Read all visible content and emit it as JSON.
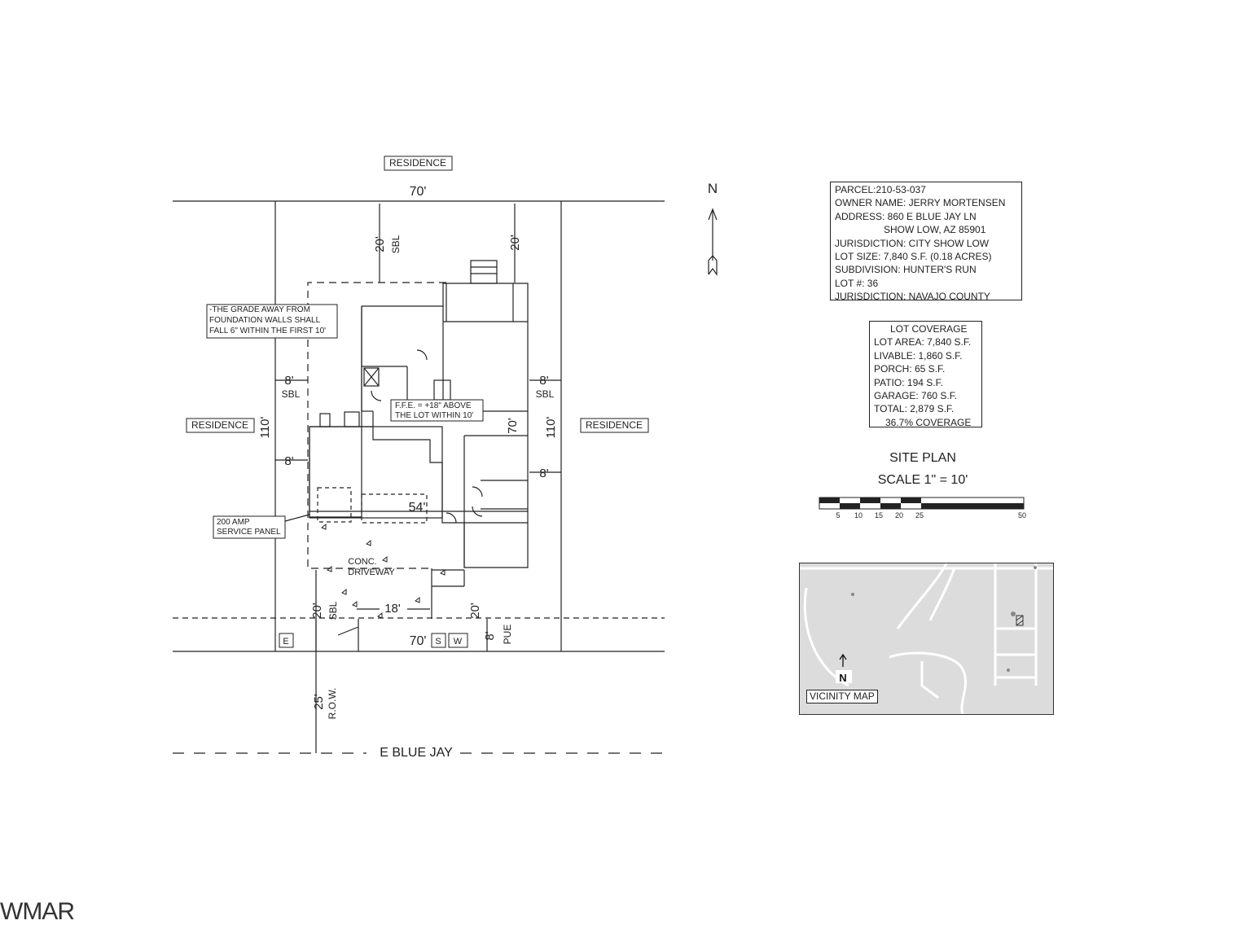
{
  "labels": {
    "residence_north": "RESIDENCE",
    "residence_west": "RESIDENCE",
    "residence_east": "RESIDENCE",
    "dim_top": "70'",
    "dim_bottom": "70'",
    "dim_left": "110'",
    "dim_right": "110'",
    "dim_house_width": "54'",
    "dim_inner_70": "70'",
    "sbl_top_left": "20'",
    "sbl_top_right": "20'",
    "sbl_left_upper": "8'",
    "sbl_right_upper": "8'",
    "sbl_left_lower": "8'",
    "sbl_right_lower": "8'",
    "sbl_bottom_left": "20'",
    "sbl_bottom_right": "20'",
    "pue_dim": "8'",
    "pue": "PUE",
    "sbl": "SBL",
    "row_dim": "25'",
    "row": "R.O.W.",
    "driveway_dim": "18'",
    "street": "E BLUE JAY",
    "conc": "CONC.",
    "driveway": "DRIVEWAY",
    "north": "N",
    "util_e": "E",
    "util_s": "S",
    "util_w": "W"
  },
  "notes": {
    "grade": [
      "-THE GRADE AWAY FROM",
      "FOUNDATION WALLS SHALL",
      "FALL 6\" WITHIN THE FIRST 10'"
    ],
    "ffe": [
      "F.F.E. = +18\" ABOVE",
      "THE LOT WITHIN 10'"
    ],
    "panel": [
      "200 AMP",
      "SERVICE PANEL"
    ]
  },
  "parcel": {
    "line1": "PARCEL:210-53-037",
    "line2": "OWNER NAME: JERRY MORTENSEN",
    "line3": "ADDRESS: 860 E BLUE JAY LN",
    "line4": "SHOW LOW, AZ 85901",
    "line5": "JURISDICTION: CITY SHOW LOW",
    "line6": "LOT SIZE: 7,840 S.F. (0.18 ACRES)",
    "line7": "SUBDIVISION: HUNTER'S RUN",
    "line8": "LOT #: 36",
    "line9": "JURISDICTION: NAVAJO COUNTY"
  },
  "coverage": {
    "title": "LOT COVERAGE",
    "area": "LOT AREA: 7,840 S.F.",
    "livable": "LIVABLE: 1,860 S.F.",
    "porch": "PORCH: 65 S.F.",
    "patio": "PATIO: 194 S.F.",
    "garage": "GARAGE: 760 S.F.",
    "total": "TOTAL: 2,879 S.F.",
    "percent": "36.7% COVERAGE"
  },
  "site_plan": {
    "title": "SITE PLAN",
    "scale": "SCALE 1\" = 10'",
    "scale_ticks": [
      "5",
      "10",
      "15",
      "20",
      "25",
      "50"
    ]
  },
  "vicinity": {
    "label": "VICINITY MAP",
    "north": "N"
  },
  "watermark": "WMAR"
}
